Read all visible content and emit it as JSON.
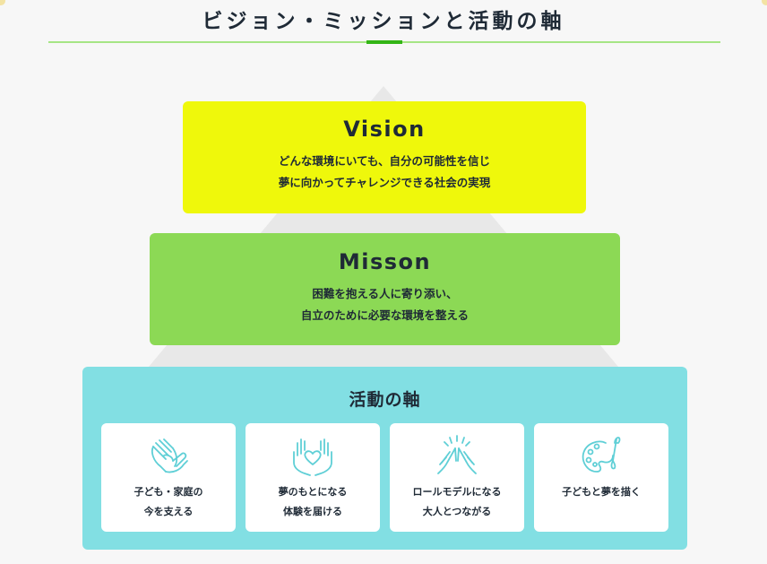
{
  "section": {
    "title": "ビジョン・ミッションと活動の軸"
  },
  "vision": {
    "heading": "Vision",
    "text": "どんな環境にいても、自分の可能性を信じ\n夢に向かってチャレンジできる社会の実現"
  },
  "mission": {
    "heading": "Misson",
    "text": "困難を抱える人に寄り添い、\n自立のために必要な環境を整える"
  },
  "axis": {
    "heading": "活動の軸",
    "cards": [
      {
        "icon": "clasped-hands-icon",
        "text": "子ども・家庭の\n今を支える"
      },
      {
        "icon": "hands-heart-icon",
        "text": "夢のもとになる\n体験を届ける"
      },
      {
        "icon": "high-five-icon",
        "text": "ロールモデルになる\n大人とつながる"
      },
      {
        "icon": "paint-palette-icon",
        "text": "子どもと夢を描く"
      }
    ]
  },
  "colors": {
    "vision": "#eff80b",
    "mission": "#8cd955",
    "axis": "#82dfe3",
    "accent": "#33b516",
    "icon_stroke": "#5fcfd6"
  }
}
